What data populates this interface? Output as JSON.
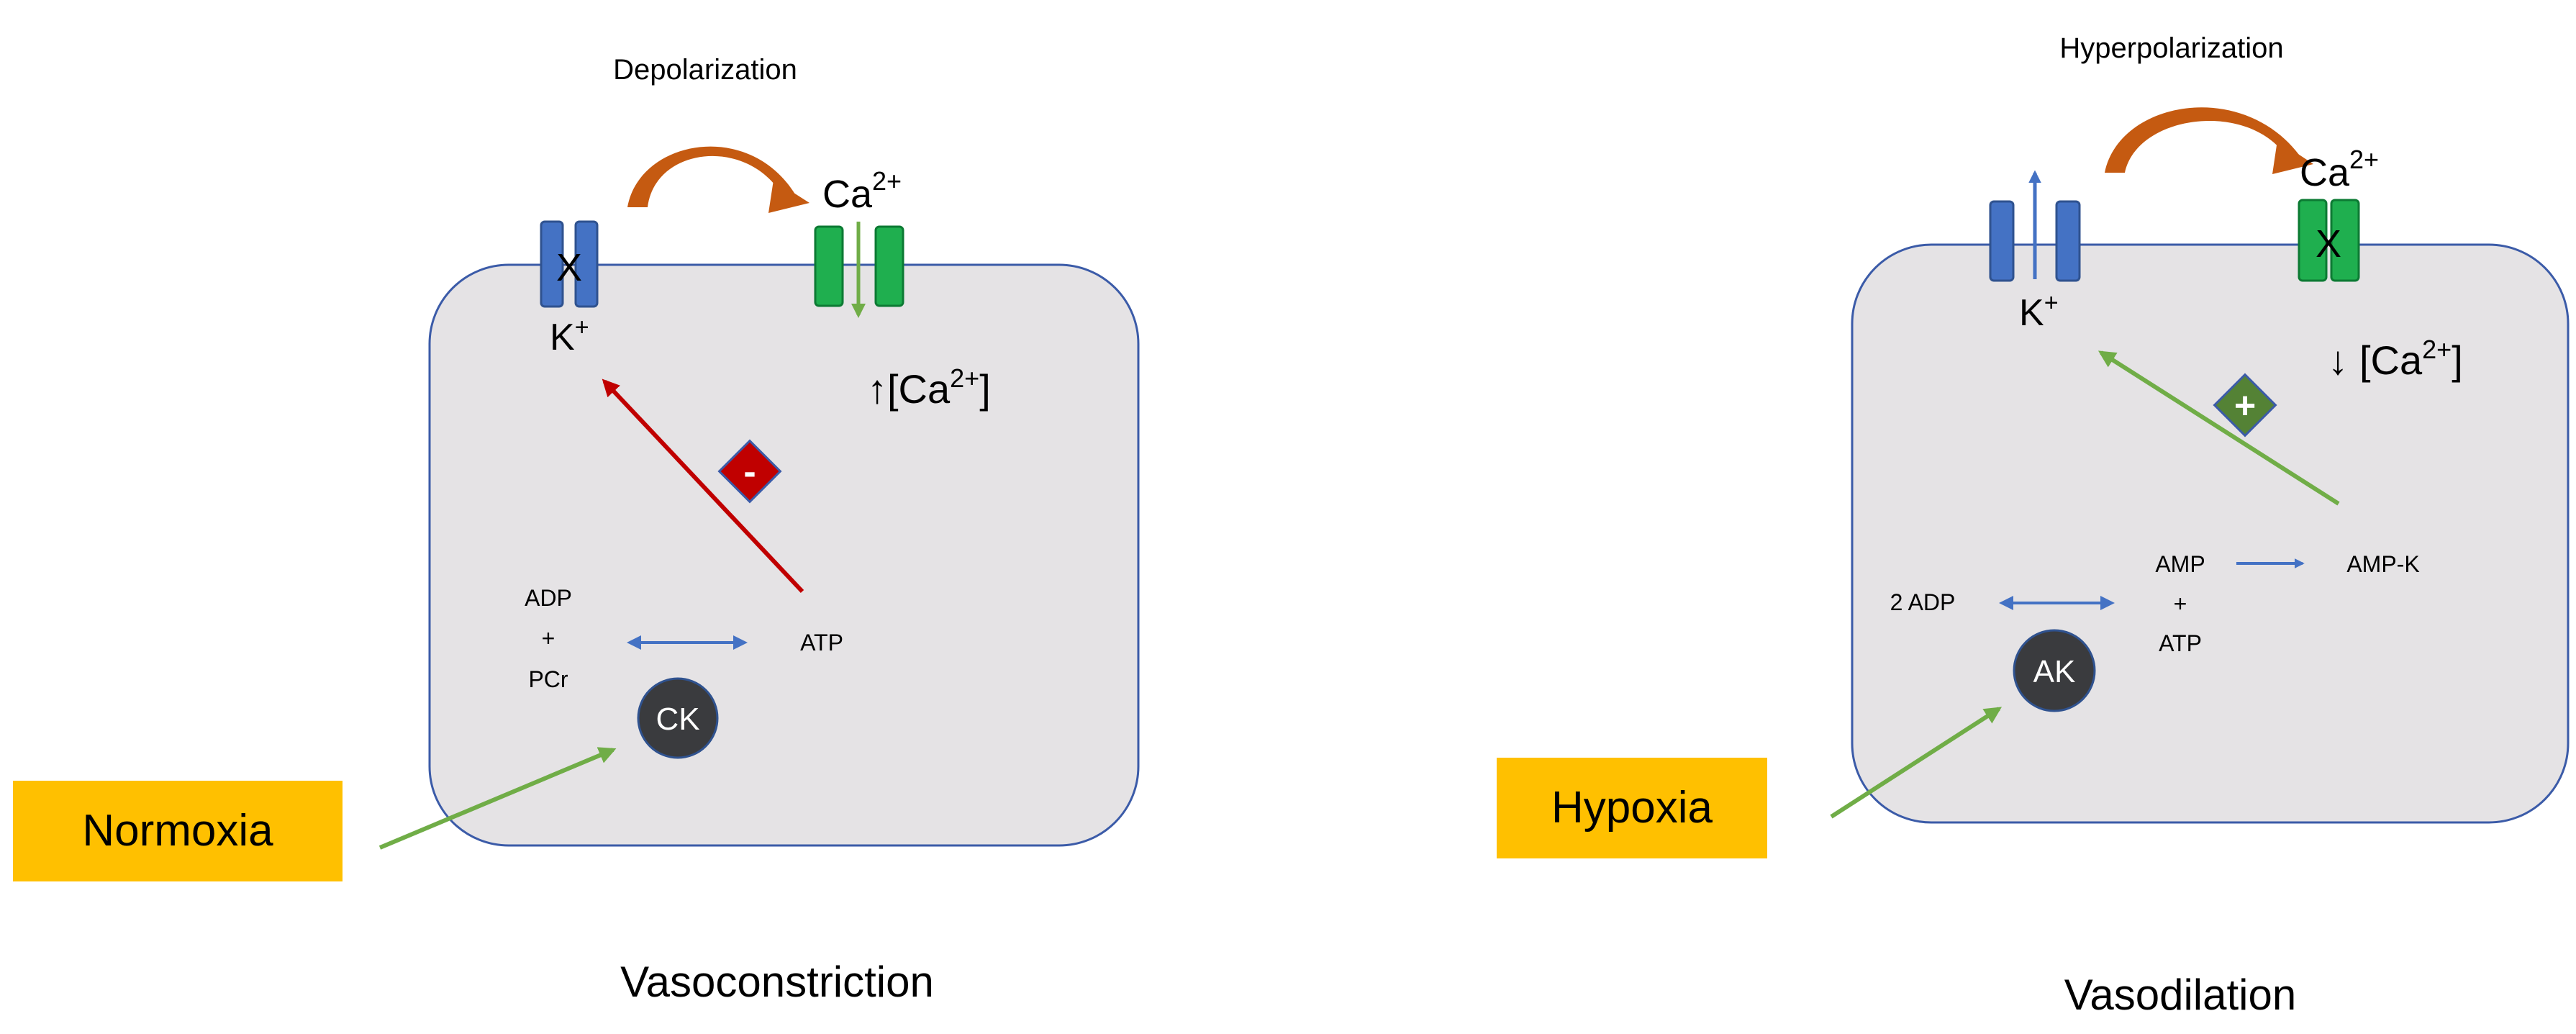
{
  "colors": {
    "cell_fill": "#e5e3e5",
    "cell_stroke": "#3b5ba8",
    "k_channel": "#4472c4",
    "ca_channel": "#1faf4f",
    "inhibit_arrow": "#c00000",
    "activate_arrow": "#70ad47",
    "exchange_arrow": "#4472c4",
    "curve_arrow": "#c55a11",
    "enzyme_fill": "#3a3b3e",
    "condition_box": "#ffc000",
    "minus_badge": "#c00000",
    "plus_badge": "#548235"
  },
  "left_panel": {
    "membrane_effect": "Depolarization",
    "k_channel_blocked_mark": "X",
    "k_label": "K",
    "k_charge": "+",
    "ca_label": "Ca",
    "ca_charge": "2+",
    "ca_conc_arrow": "↑",
    "ca_conc_open": "[Ca",
    "ca_conc_charge": "2+",
    "ca_conc_close": "]",
    "inhibition_sign": "-",
    "adp": "ADP",
    "plus": "+",
    "pcr": "PCr",
    "atp": "ATP",
    "enzyme": "CK",
    "condition": "Normoxia",
    "outcome": "Vasoconstriction"
  },
  "right_panel": {
    "membrane_effect": "Hyperpolarization",
    "ca_channel_blocked_mark": "X",
    "k_label": "K",
    "k_charge": "+",
    "ca_label": "Ca",
    "ca_charge": "2+",
    "ca_conc_arrow": "↓",
    "ca_conc_open": "[Ca",
    "ca_conc_charge": "2+",
    "ca_conc_close": "]",
    "activation_sign": "+",
    "two_adp": "2 ADP",
    "amp": "AMP",
    "plus": "+",
    "atp": "ATP",
    "ampk": "AMP-K",
    "enzyme": "AK",
    "condition": "Hypoxia",
    "outcome": "Vasodilation"
  }
}
